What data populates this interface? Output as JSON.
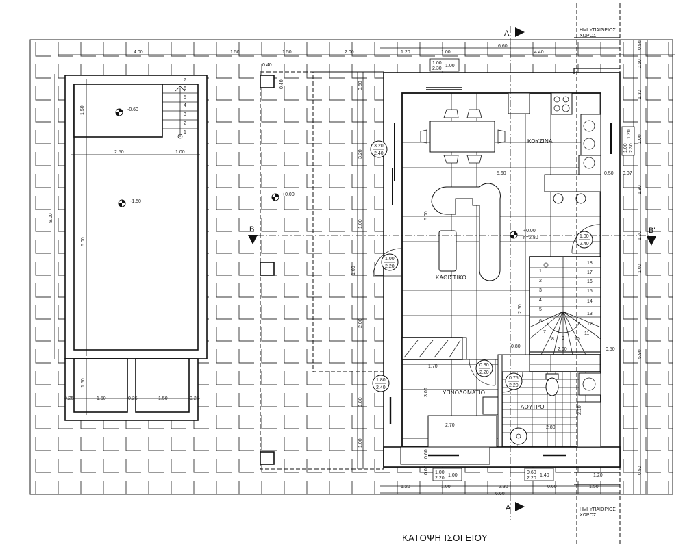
{
  "title": "ΚΑΤΟΨΗ ΙΣΟΓΕΙΟΥ",
  "rooms": {
    "kitchen": "ΚΟΥΖΙΝΑ",
    "living": "ΚΑΘΙΣΤΙΚΟ",
    "bedroom": "ΥΠΝΟΔΩΜΑΤΙΟ",
    "bathroom": "ΛΟΥΤΡΟ"
  },
  "semi_outdoor": {
    "line1": "ΗΜΙ ΥΠΑΙΘΡΙΟΣ",
    "line2": "ΧΩΡΟΣ"
  },
  "sections": {
    "a_top": "A'",
    "a_bottom": "A",
    "b_left": "B",
    "b_right": "B'"
  },
  "levels": {
    "pool_shallow": "-0.60",
    "pool_deep": "-1.50",
    "pergola": "+0.00",
    "house": "+0.00",
    "house_height": "h=2.80"
  },
  "openings": [
    {
      "w": "3.20",
      "h": "2.40"
    },
    {
      "w": "1.00",
      "h": "2.20"
    },
    {
      "w": "1.80",
      "h": "2.40"
    },
    {
      "w": "0.90",
      "h": "2.20"
    },
    {
      "w": "0.75",
      "h": "2.20"
    },
    {
      "w": "1.00",
      "h": "2.40"
    }
  ],
  "window_tags": [
    {
      "w": "1.00",
      "h": "2.30",
      "sill": "1.00"
    },
    {
      "w": "1.00",
      "h": "2.30",
      "sill": "1.20"
    },
    {
      "w": "1.00",
      "h": "2.20",
      "sill": "1.00"
    },
    {
      "w": "0.60",
      "h": "2.20",
      "sill": "1.40"
    }
  ],
  "pool_steps": [
    "1",
    "2",
    "3",
    "4",
    "5",
    "6",
    "7"
  ],
  "stair_steps": [
    "1",
    "2",
    "3",
    "4",
    "5",
    "6",
    "7",
    "8",
    "9",
    "10",
    "11",
    "12",
    "13",
    "14",
    "15",
    "16",
    "17",
    "18"
  ],
  "dimensions": {
    "top": [
      "4.00",
      "1.50",
      "1.50",
      "2.00",
      "1.20",
      "1.00",
      "6.60",
      "4.40",
      "0.40",
      "0.40"
    ],
    "pool": [
      "1.50",
      "2.50",
      "1.00",
      "8.00",
      "6.00",
      "1.50",
      "0.25",
      "1.50",
      "0.25",
      "1.50",
      "0.25"
    ],
    "pergola": [
      "0.60",
      "3.20",
      "1.00",
      "1.00",
      "2.00",
      "1.80",
      "1.00"
    ],
    "interior": [
      "5.60",
      "0.50",
      "0.07",
      "6.00",
      "2.50",
      "2.00",
      "0.80",
      "0.50",
      "1.70",
      "3.00",
      "2.70",
      "2.80",
      "2.10",
      "0.60",
      "0.07"
    ],
    "right": [
      "0.50",
      "0.50",
      "1.30",
      "1.00",
      "1.80",
      "1.00",
      "1.00",
      "5.90",
      "0.50"
    ],
    "bottom": [
      "1.20",
      "1.00",
      "2.30",
      "0.60",
      "1.50",
      "6.60",
      "1.20"
    ]
  }
}
